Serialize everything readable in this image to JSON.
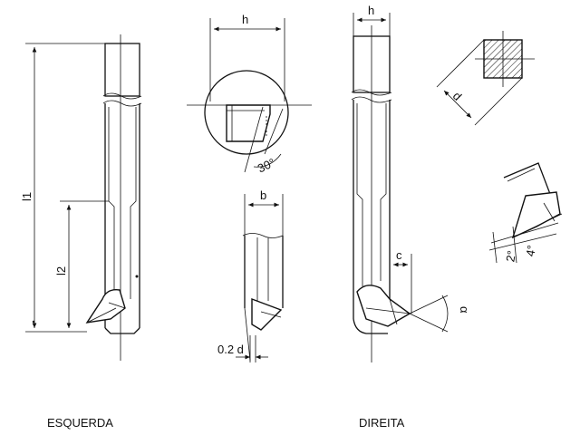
{
  "captions": {
    "left": "ESQUERDA",
    "right": "DIREITA"
  },
  "dimensions": {
    "l1": "l1",
    "l2": "l2",
    "h_top": "h",
    "h_right": "h",
    "b": "b",
    "angle_30": "30°",
    "c": "c",
    "alpha": "α",
    "d": "d",
    "offset_02d": "0.2 d",
    "angle_2": "2°",
    "angle_4": "4°"
  },
  "colors": {
    "ink": "#111111",
    "paper": "#ffffff"
  }
}
